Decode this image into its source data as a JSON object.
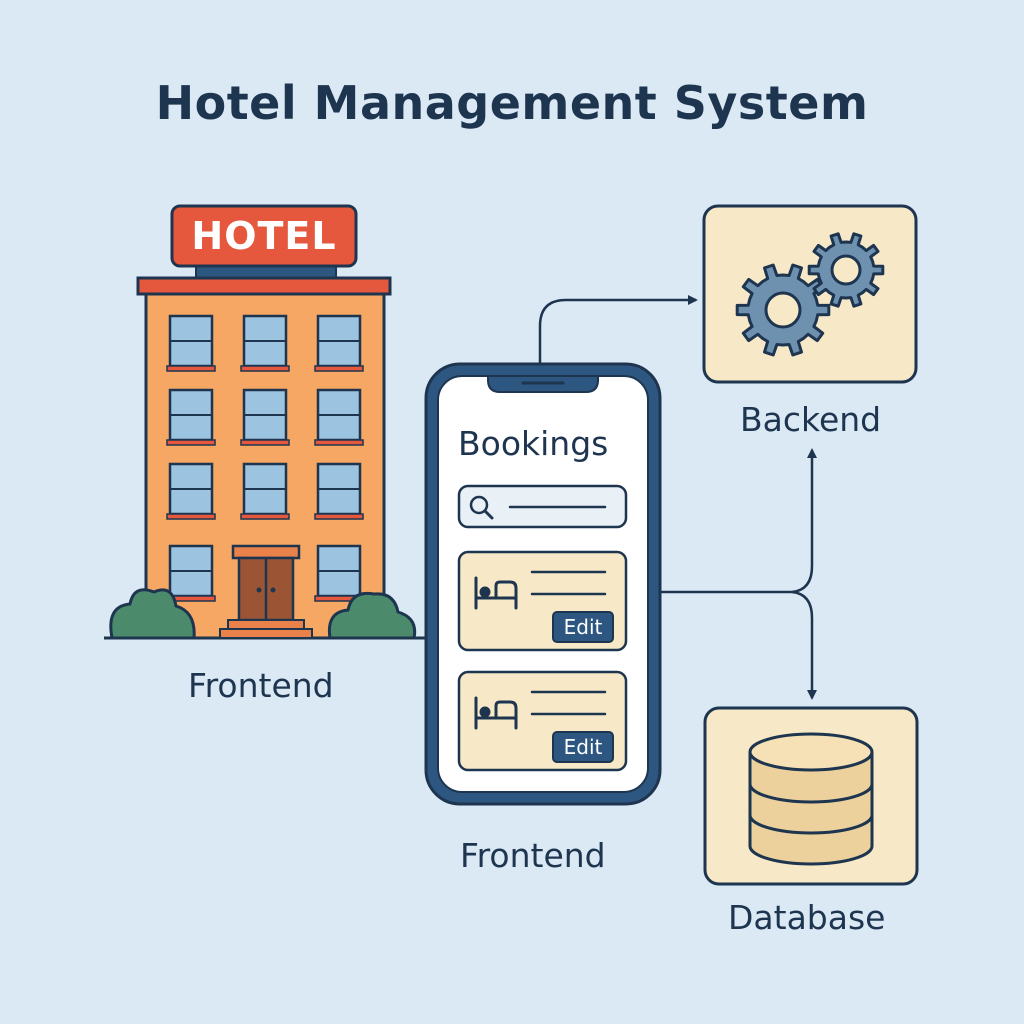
{
  "title": "Hotel Management System",
  "hotel": {
    "sign_text": "HOTEL",
    "label": "Frontend"
  },
  "phone": {
    "screen_title": "Bookings",
    "cards": [
      {
        "icon": "bed-icon",
        "button_label": "Edit"
      },
      {
        "icon": "bed-icon",
        "button_label": "Edit"
      }
    ],
    "label": "Frontend"
  },
  "backend": {
    "label": "Backend",
    "icon": "gears-icon"
  },
  "database": {
    "label": "Database",
    "icon": "database-icon"
  },
  "colors": {
    "background": "#dbe9f5",
    "outline": "#1e3550",
    "building": "#f7a764",
    "sign": "#e5583e",
    "window": "#9cc3df",
    "door": "#9b5535",
    "bush": "#4c8a6c",
    "card": "#f7e9c8",
    "button": "#2d5680",
    "gear": "#6f91b0"
  }
}
